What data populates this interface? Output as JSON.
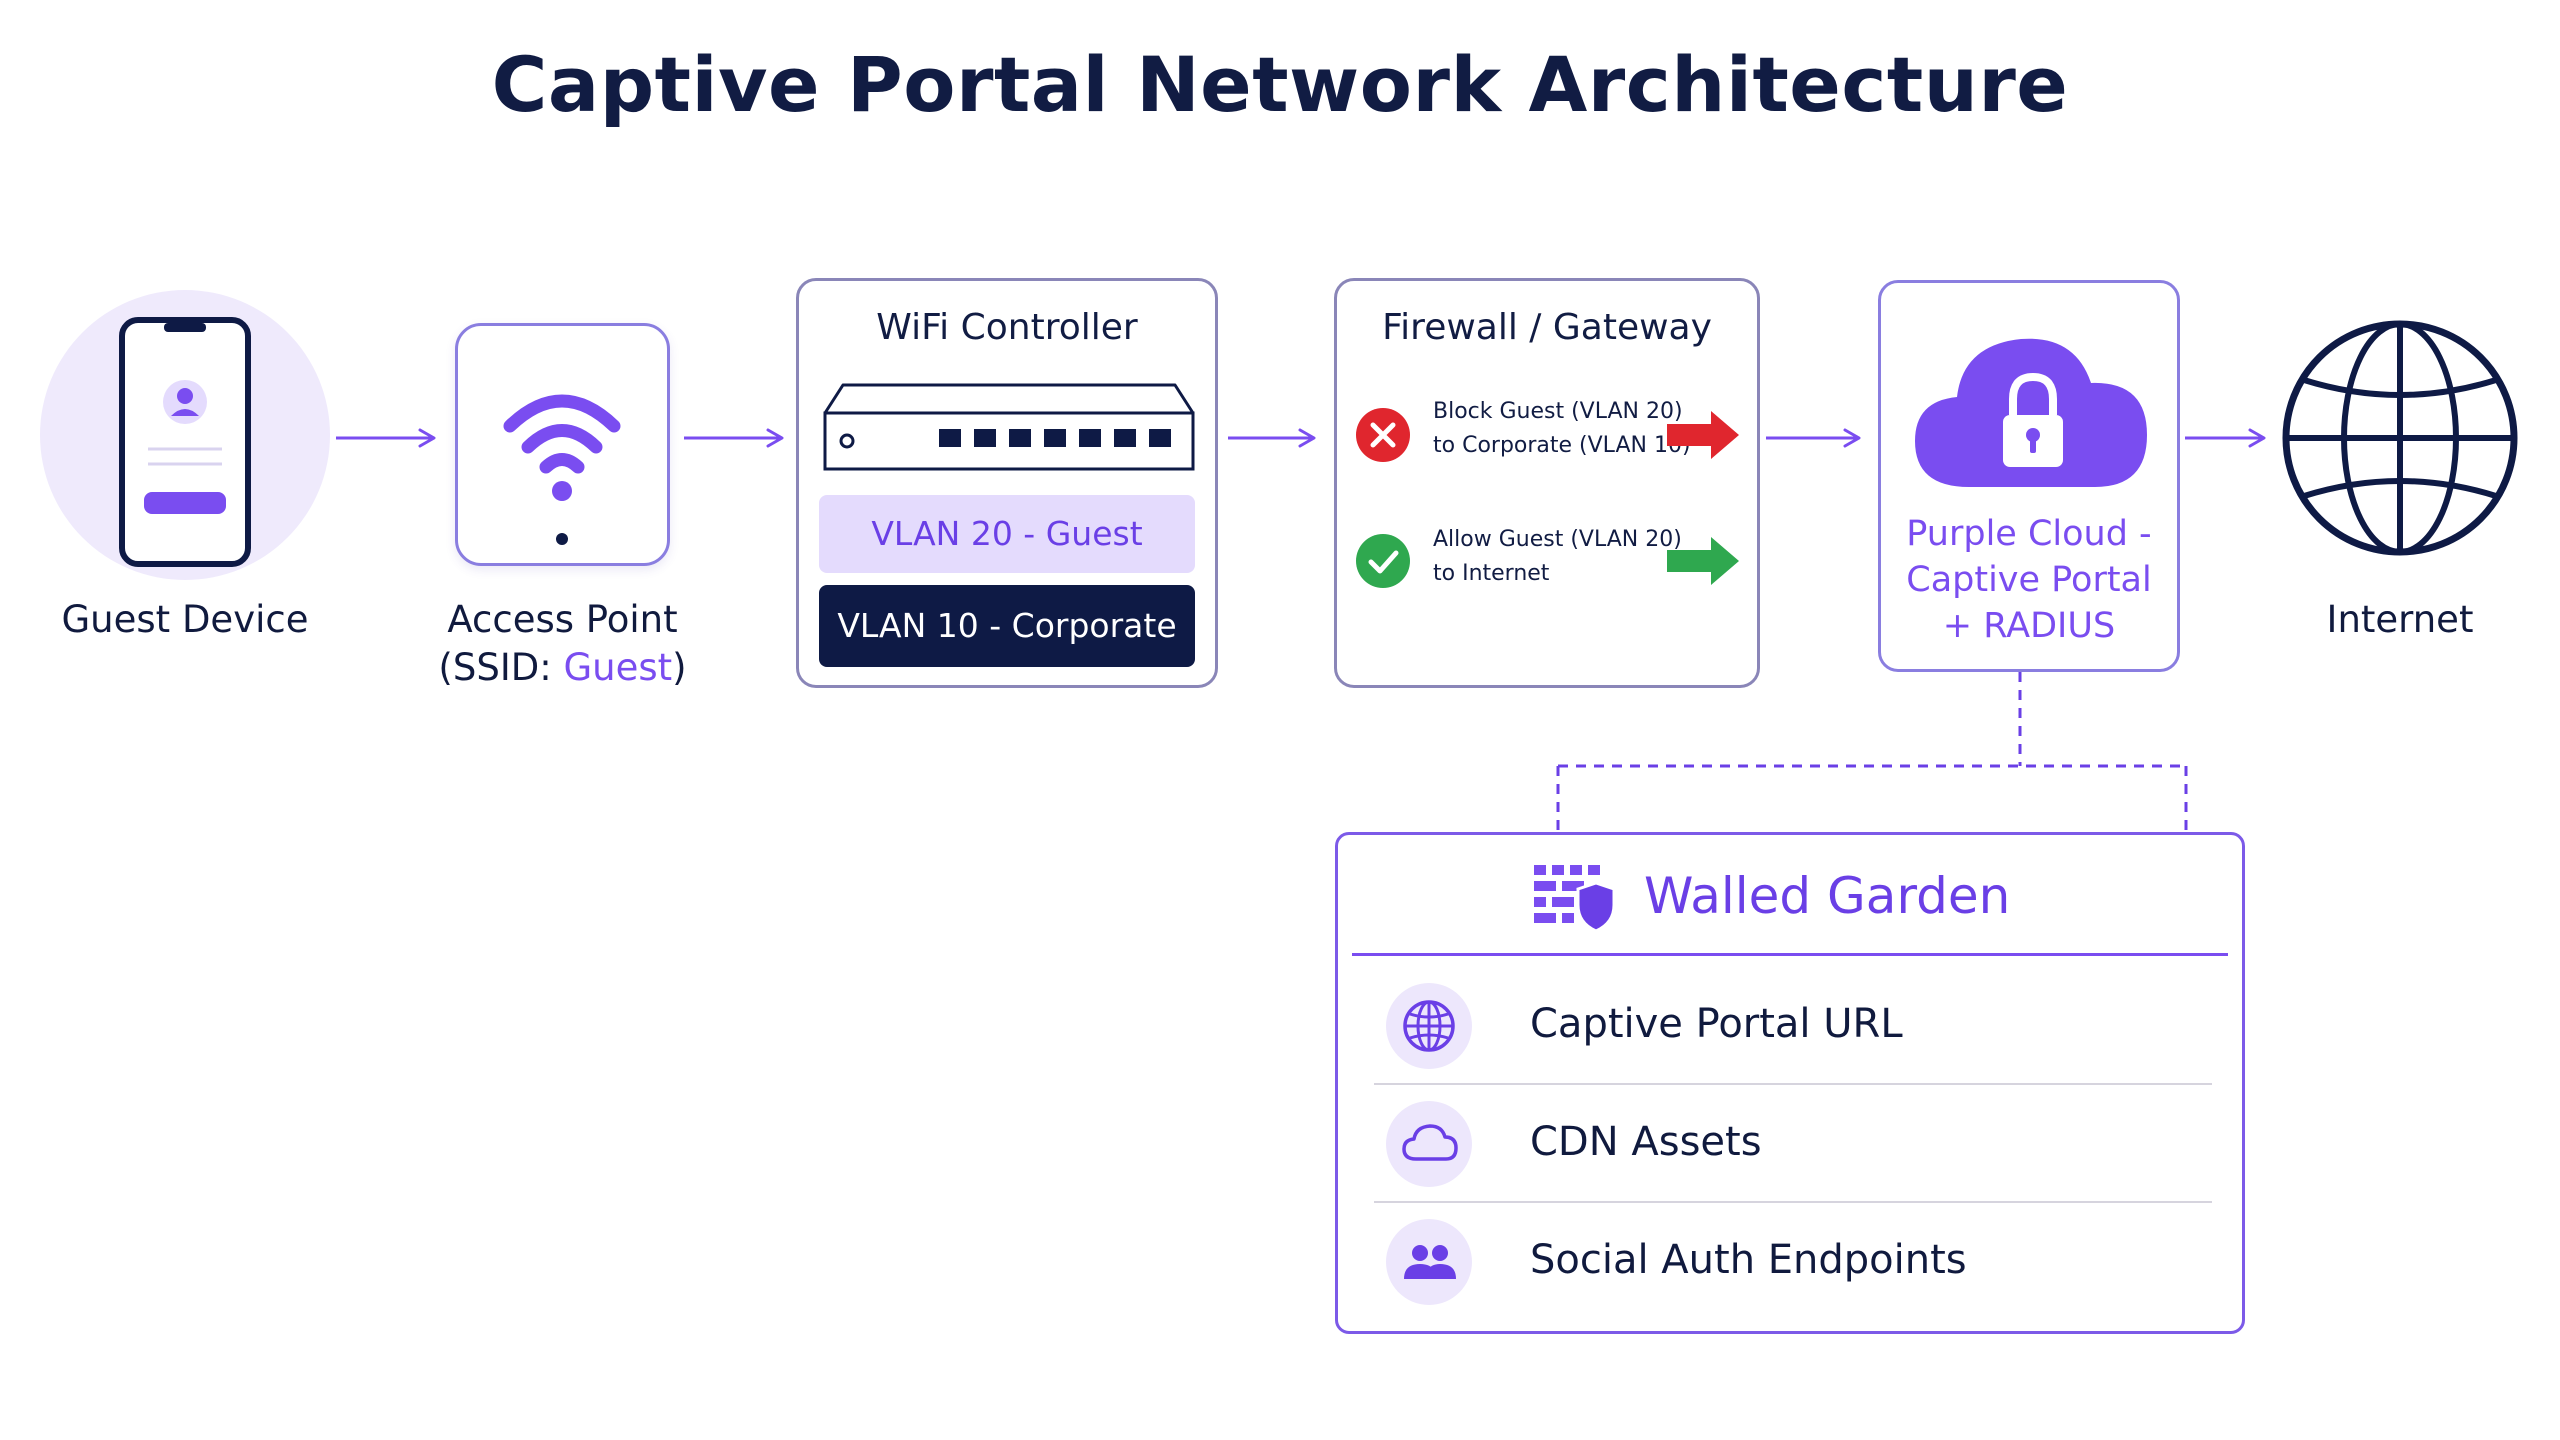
{
  "title": "Captive Portal Network Architecture",
  "nodes": {
    "guest_device": {
      "label": "Guest Device"
    },
    "access_point": {
      "label": "Access Point",
      "ssid_prefix": "(SSID: ",
      "ssid_value": "Guest",
      "ssid_suffix": ")"
    },
    "wifi_controller": {
      "title": "WiFi Controller",
      "vlan_guest": "VLAN 20 - Guest",
      "vlan_corporate": "VLAN 10 - Corporate"
    },
    "firewall": {
      "title": "Firewall / Gateway",
      "rules": [
        {
          "line1": "Block Guest (VLAN 20)",
          "line2": "to Corporate (VLAN 10)",
          "status": "block"
        },
        {
          "line1": "Allow Guest (VLAN 20)",
          "line2": "to Internet",
          "status": "allow"
        }
      ]
    },
    "cloud": {
      "line1": "Purple Cloud -",
      "line2": "Captive Portal",
      "line3": "+ RADIUS"
    },
    "internet": {
      "label": "Internet"
    }
  },
  "walled_garden": {
    "title": "Walled Garden",
    "items": [
      {
        "label": "Captive Portal URL",
        "icon": "globe-icon"
      },
      {
        "label": "CDN Assets",
        "icon": "cloud-icon"
      },
      {
        "label": "Social Auth Endpoints",
        "icon": "users-icon"
      }
    ]
  },
  "colors": {
    "accent": "#7a4df0",
    "navy": "#0e1a45",
    "block": "#e0262e",
    "allow": "#2fa84f",
    "lavender": "#ede7fc"
  }
}
